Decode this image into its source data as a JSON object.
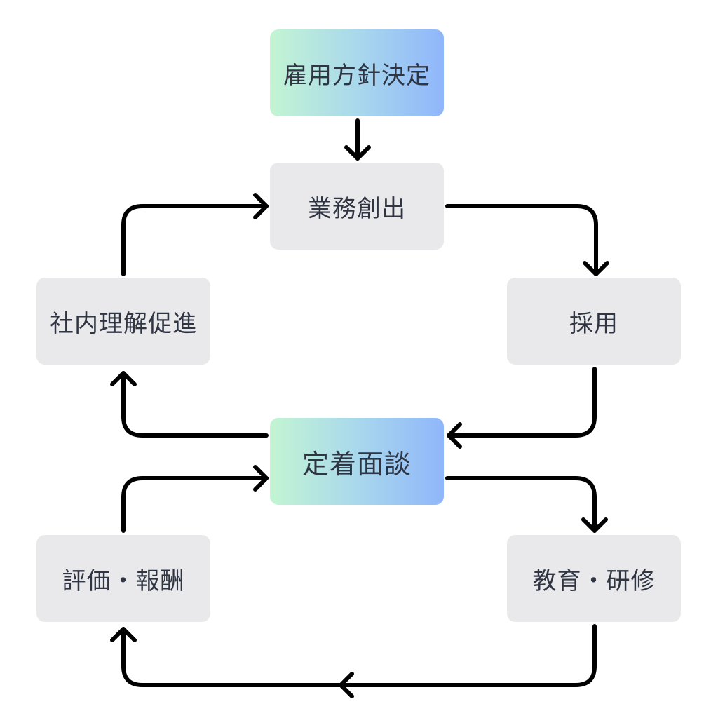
{
  "nodes": {
    "koyo": "雇用方針決定",
    "gyomu": "業務創出",
    "shanai": "社内理解促進",
    "saiyo": "採用",
    "teichaku": "定着面談",
    "hyoka": "評価・報酬",
    "kyoiku": "教育・研修"
  },
  "colors": {
    "node_fill": "#e9e9ec",
    "accent_gradient_start": "#c3f5d3",
    "accent_gradient_end": "#90b6fb",
    "text": "#2f3542",
    "arrow": "#000000"
  }
}
